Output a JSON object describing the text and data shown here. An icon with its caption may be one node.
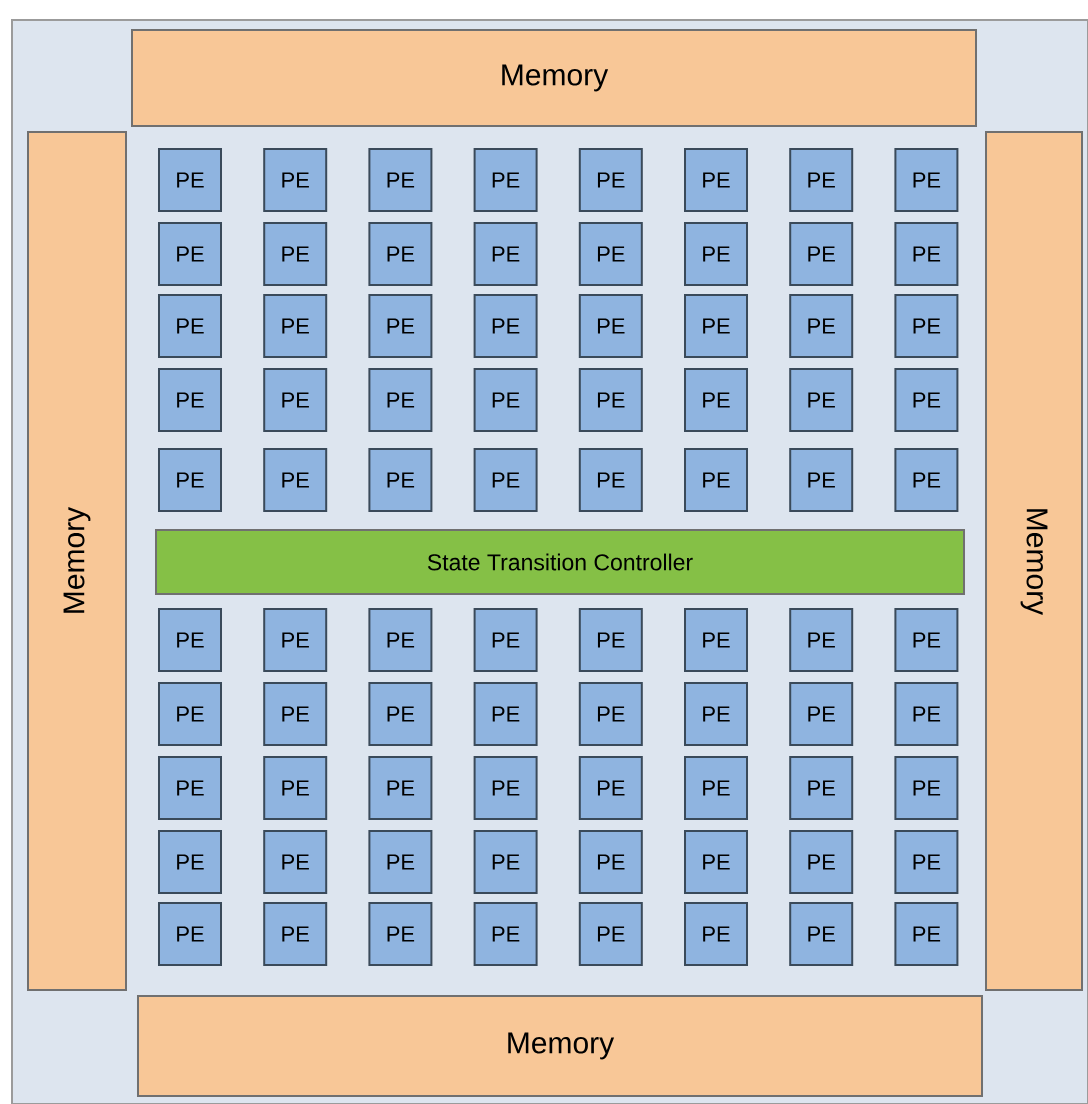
{
  "diagram": {
    "nodes": [
      {
        "text": [
          "Memory"
        ]
      },
      {
        "text": [
          "Memory"
        ]
      },
      {
        "text": [
          "Memory"
        ]
      },
      {
        "text": [
          "PE"
        ]
      },
      {
        "text": [
          "PE"
        ]
      },
      {
        "text": [
          "PE"
        ]
      },
      {
        "text": [
          "PE"
        ]
      },
      {
        "text": [
          "PE"
        ]
      },
      {
        "text": [
          "PE"
        ]
      },
      {
        "text": [
          "PE"
        ]
      },
      {
        "text": [
          "PE"
        ]
      },
      {
        "text": [
          "PE"
        ]
      },
      {
        "text": [
          "PE"
        ]
      },
      {
        "text": [
          "PE"
        ]
      },
      {
        "text": [
          "PE"
        ]
      },
      {
        "text": [
          "PE"
        ]
      },
      {
        "text": [
          "PE"
        ]
      },
      {
        "text": [
          "PE"
        ]
      },
      {
        "text": [
          "PE"
        ]
      },
      {
        "text": [
          "PE"
        ]
      },
      {
        "text": [
          "PE"
        ]
      },
      {
        "text": [
          "PE"
        ]
      },
      {
        "text": [
          "PE"
        ]
      },
      {
        "text": [
          "PE"
        ]
      },
      {
        "text": [
          "PE"
        ]
      },
      {
        "text": [
          "PE"
        ]
      },
      {
        "text": [
          "PE"
        ]
      },
      {
        "text": [
          "PE"
        ]
      },
      {
        "text": [
          "PE"
        ]
      },
      {
        "text": [
          "PE"
        ]
      },
      {
        "text": [
          "PE"
        ]
      },
      {
        "text": [
          "PE"
        ]
      },
      {
        "text": [
          "PE"
        ]
      },
      {
        "text": [
          "PE"
        ]
      },
      {
        "text": [
          "PE"
        ]
      },
      {
        "text": [
          "PE"
        ]
      },
      {
        "text": [
          "PE"
        ]
      },
      {
        "text": [
          "PE"
        ]
      },
      {
        "text": [
          "PE"
        ]
      },
      {
        "text": [
          "PE"
        ]
      },
      {
        "text": [
          "PE"
        ]
      },
      {
        "text": [
          "PE"
        ]
      },
      {
        "text": [
          "PE"
        ]
      },
      {
        "text": [
          "State Transition Controller"
        ]
      },
      {
        "text": [
          "PE"
        ]
      },
      {
        "text": [
          "PE"
        ]
      },
      {
        "text": [
          "PE"
        ]
      },
      {
        "text": [
          "PE"
        ]
      },
      {
        "text": [
          "PE"
        ]
      },
      {
        "text": [
          "PE"
        ]
      },
      {
        "text": [
          "PE"
        ]
      },
      {
        "text": [
          "PE"
        ]
      },
      {
        "text": [
          "PE"
        ]
      },
      {
        "text": [
          "PE"
        ]
      },
      {
        "text": [
          "PE"
        ]
      },
      {
        "text": [
          "PE"
        ]
      },
      {
        "text": [
          "PE"
        ]
      },
      {
        "text": [
          "PE"
        ]
      },
      {
        "text": [
          "PE"
        ]
      },
      {
        "text": [
          "PE"
        ]
      },
      {
        "text": [
          "PE"
        ]
      },
      {
        "text": [
          "PE"
        ]
      },
      {
        "text": [
          "PE"
        ]
      },
      {
        "text": [
          "PE"
        ]
      },
      {
        "text": [
          "PE"
        ]
      },
      {
        "text": [
          "PE"
        ]
      },
      {
        "text": [
          "PE"
        ]
      },
      {
        "text": [
          "PE"
        ]
      },
      {
        "text": [
          "PE"
        ]
      },
      {
        "text": [
          "PE"
        ]
      },
      {
        "text": [
          "PE"
        ]
      },
      {
        "text": [
          "PE"
        ]
      },
      {
        "text": [
          "PE"
        ]
      },
      {
        "text": [
          "PE"
        ]
      },
      {
        "text": [
          "PE"
        ]
      },
      {
        "text": [
          "PE"
        ]
      },
      {
        "text": [
          "PE"
        ]
      },
      {
        "text": [
          "PE"
        ]
      },
      {
        "text": [
          "PE"
        ]
      },
      {
        "text": [
          "PE"
        ]
      },
      {
        "text": [
          "PE"
        ]
      },
      {
        "text": [
          "PE"
        ]
      },
      {
        "text": [
          "PE"
        ]
      },
      {
        "text": [
          "PE"
        ]
      },
      {
        "text": [
          "Memory"
        ]
      }
    ]
  }
}
